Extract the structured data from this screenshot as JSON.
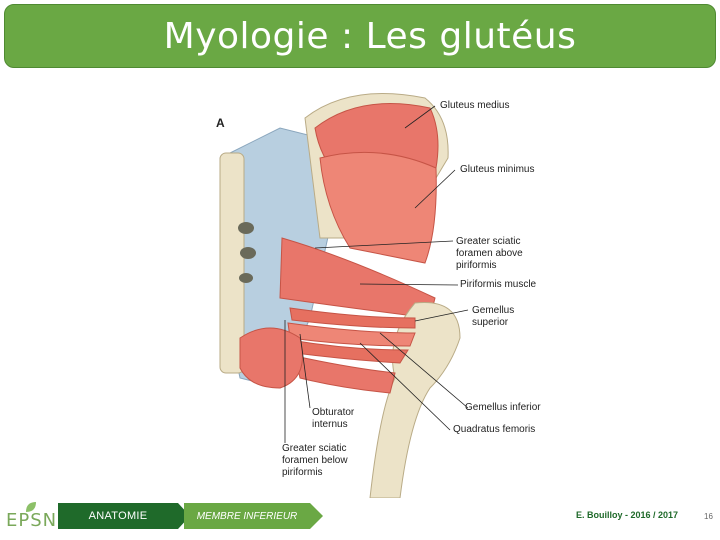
{
  "slide": {
    "title": "Myologie : Les glutéus"
  },
  "figure": {
    "letter": "A",
    "labels": {
      "gluteus_medius": "Gluteus medius",
      "gluteus_minimus": "Gluteus minimus",
      "greater_sciatic_above": [
        "Greater sciatic",
        "foramen above",
        "piriformis"
      ],
      "piriformis": "Piriformis muscle",
      "gemellus_superior": [
        "Gemellus",
        "superior"
      ],
      "obturator_internus": [
        "Obturator",
        "internus"
      ],
      "gemellus_inferior": "Gemellus inferior",
      "quadratus_femoris": "Quadratus femoris",
      "greater_sciatic_below": [
        "Greater sciatic",
        "foramen below",
        "piriformis"
      ]
    }
  },
  "footer": {
    "logo_text": "EPSN",
    "breadcrumb": [
      "ANATOMIE",
      "MEMBRE INFERIEUR"
    ],
    "author": "E. Bouilloy - 2016 / 2017",
    "page_number": "16"
  },
  "colors": {
    "title_bar": "#6aa844",
    "crumb_dark": "#1f6a2a",
    "crumb_light": "#6aa844",
    "muscle": "#e8766a",
    "bone": "#ece3c8",
    "ligament": "#b8cfe0"
  }
}
